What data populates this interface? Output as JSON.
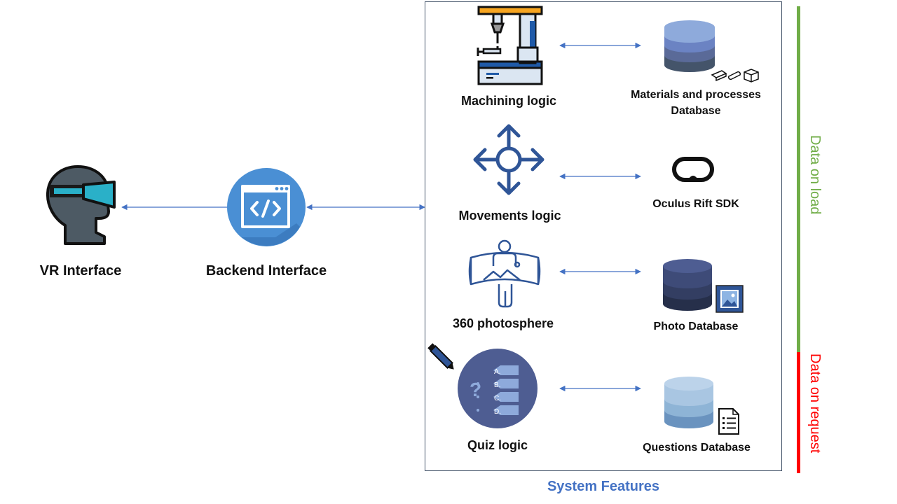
{
  "left": {
    "vr_interface": "VR Interface",
    "backend_interface": "Backend Interface"
  },
  "features": {
    "caption": "System Features",
    "rows": [
      {
        "logic": "Machining  logic",
        "resource_line1": "Materials and processes",
        "resource_line2": "Database"
      },
      {
        "logic": "Movements  logic",
        "resource_line1": "Oculus Rift SDK"
      },
      {
        "logic": "360 photosphere",
        "resource_line1": "Photo Database"
      },
      {
        "logic": "Quiz  logic",
        "resource_line1": "Questions Database"
      }
    ],
    "quiz_options": [
      "A.",
      "B.",
      "C.",
      "D."
    ]
  },
  "side": {
    "on_load": "Data on load",
    "on_request": "Data on request",
    "on_load_color": "#70ad47",
    "on_request_color": "#ff0000"
  },
  "colors": {
    "arrow": "#4472c4",
    "icon_blue": "#2f5597",
    "circle_blue": "#4a8fd4",
    "quiz_circle": "#4e5d92"
  }
}
